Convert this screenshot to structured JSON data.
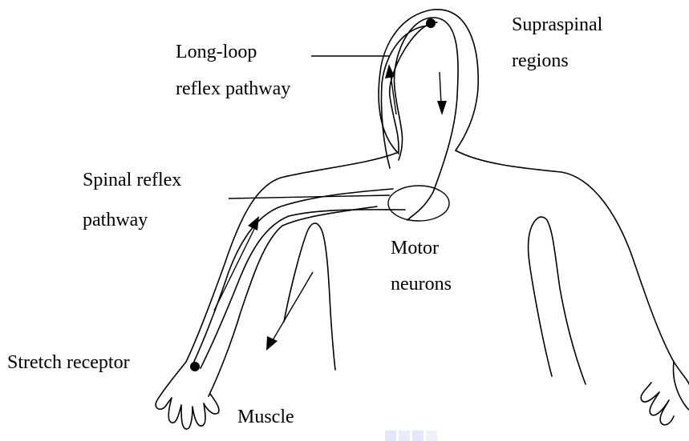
{
  "labels": {
    "long_loop_1": "Long-loop",
    "long_loop_2": "reflex pathway",
    "supraspinal_1": "Supraspinal",
    "supraspinal_2": "regions",
    "spinal_reflex_1": "Spinal reflex",
    "spinal_reflex_2": "pathway",
    "motor_1": "Motor",
    "motor_2": "neurons",
    "stretch_receptor": "Stretch receptor",
    "muscle": "Muscle"
  },
  "colors": {
    "ink": "#000000",
    "background": "#ffffff",
    "watermark": "#e3e6fa"
  }
}
